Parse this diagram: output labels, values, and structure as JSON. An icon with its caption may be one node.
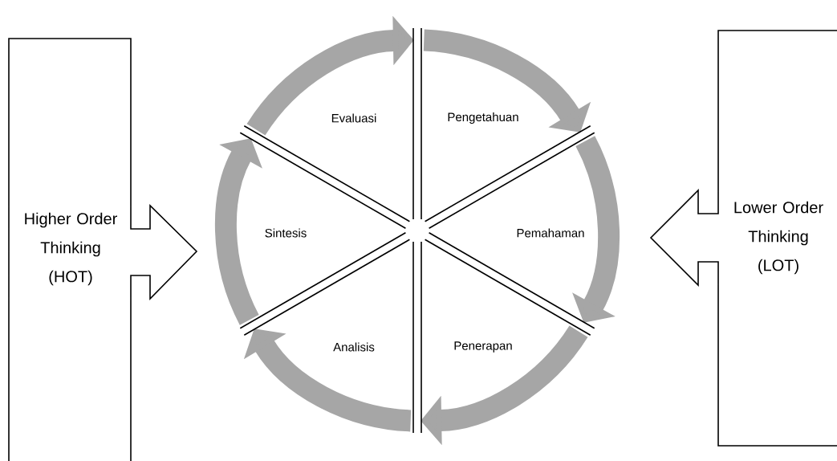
{
  "diagram": {
    "nodes": [
      {
        "text": [
          "Pengetahuan"
        ]
      },
      {
        "text": [
          "Pemahaman"
        ]
      },
      {
        "text": [
          "Penerapan"
        ]
      },
      {
        "text": [
          "Analisis"
        ]
      },
      {
        "text": [
          "Sintesis"
        ]
      },
      {
        "text": [
          "Evaluasi"
        ]
      },
      {
        "text": [
          "Higher Order Thinking (HOT)"
        ]
      },
      {
        "text": [
          "Lower Order Thinking (LOT)"
        ]
      }
    ],
    "edges": [
      {
        "from": 0,
        "to": 1,
        "arrow": "to"
      },
      {
        "from": 1,
        "to": 2,
        "arrow": "to"
      },
      {
        "from": 2,
        "to": 3,
        "arrow": "to"
      },
      {
        "from": 3,
        "to": 4,
        "arrow": "to"
      },
      {
        "from": 4,
        "to": 5,
        "arrow": "to"
      },
      {
        "from": 5,
        "to": 0,
        "arrow": "to"
      }
    ]
  }
}
